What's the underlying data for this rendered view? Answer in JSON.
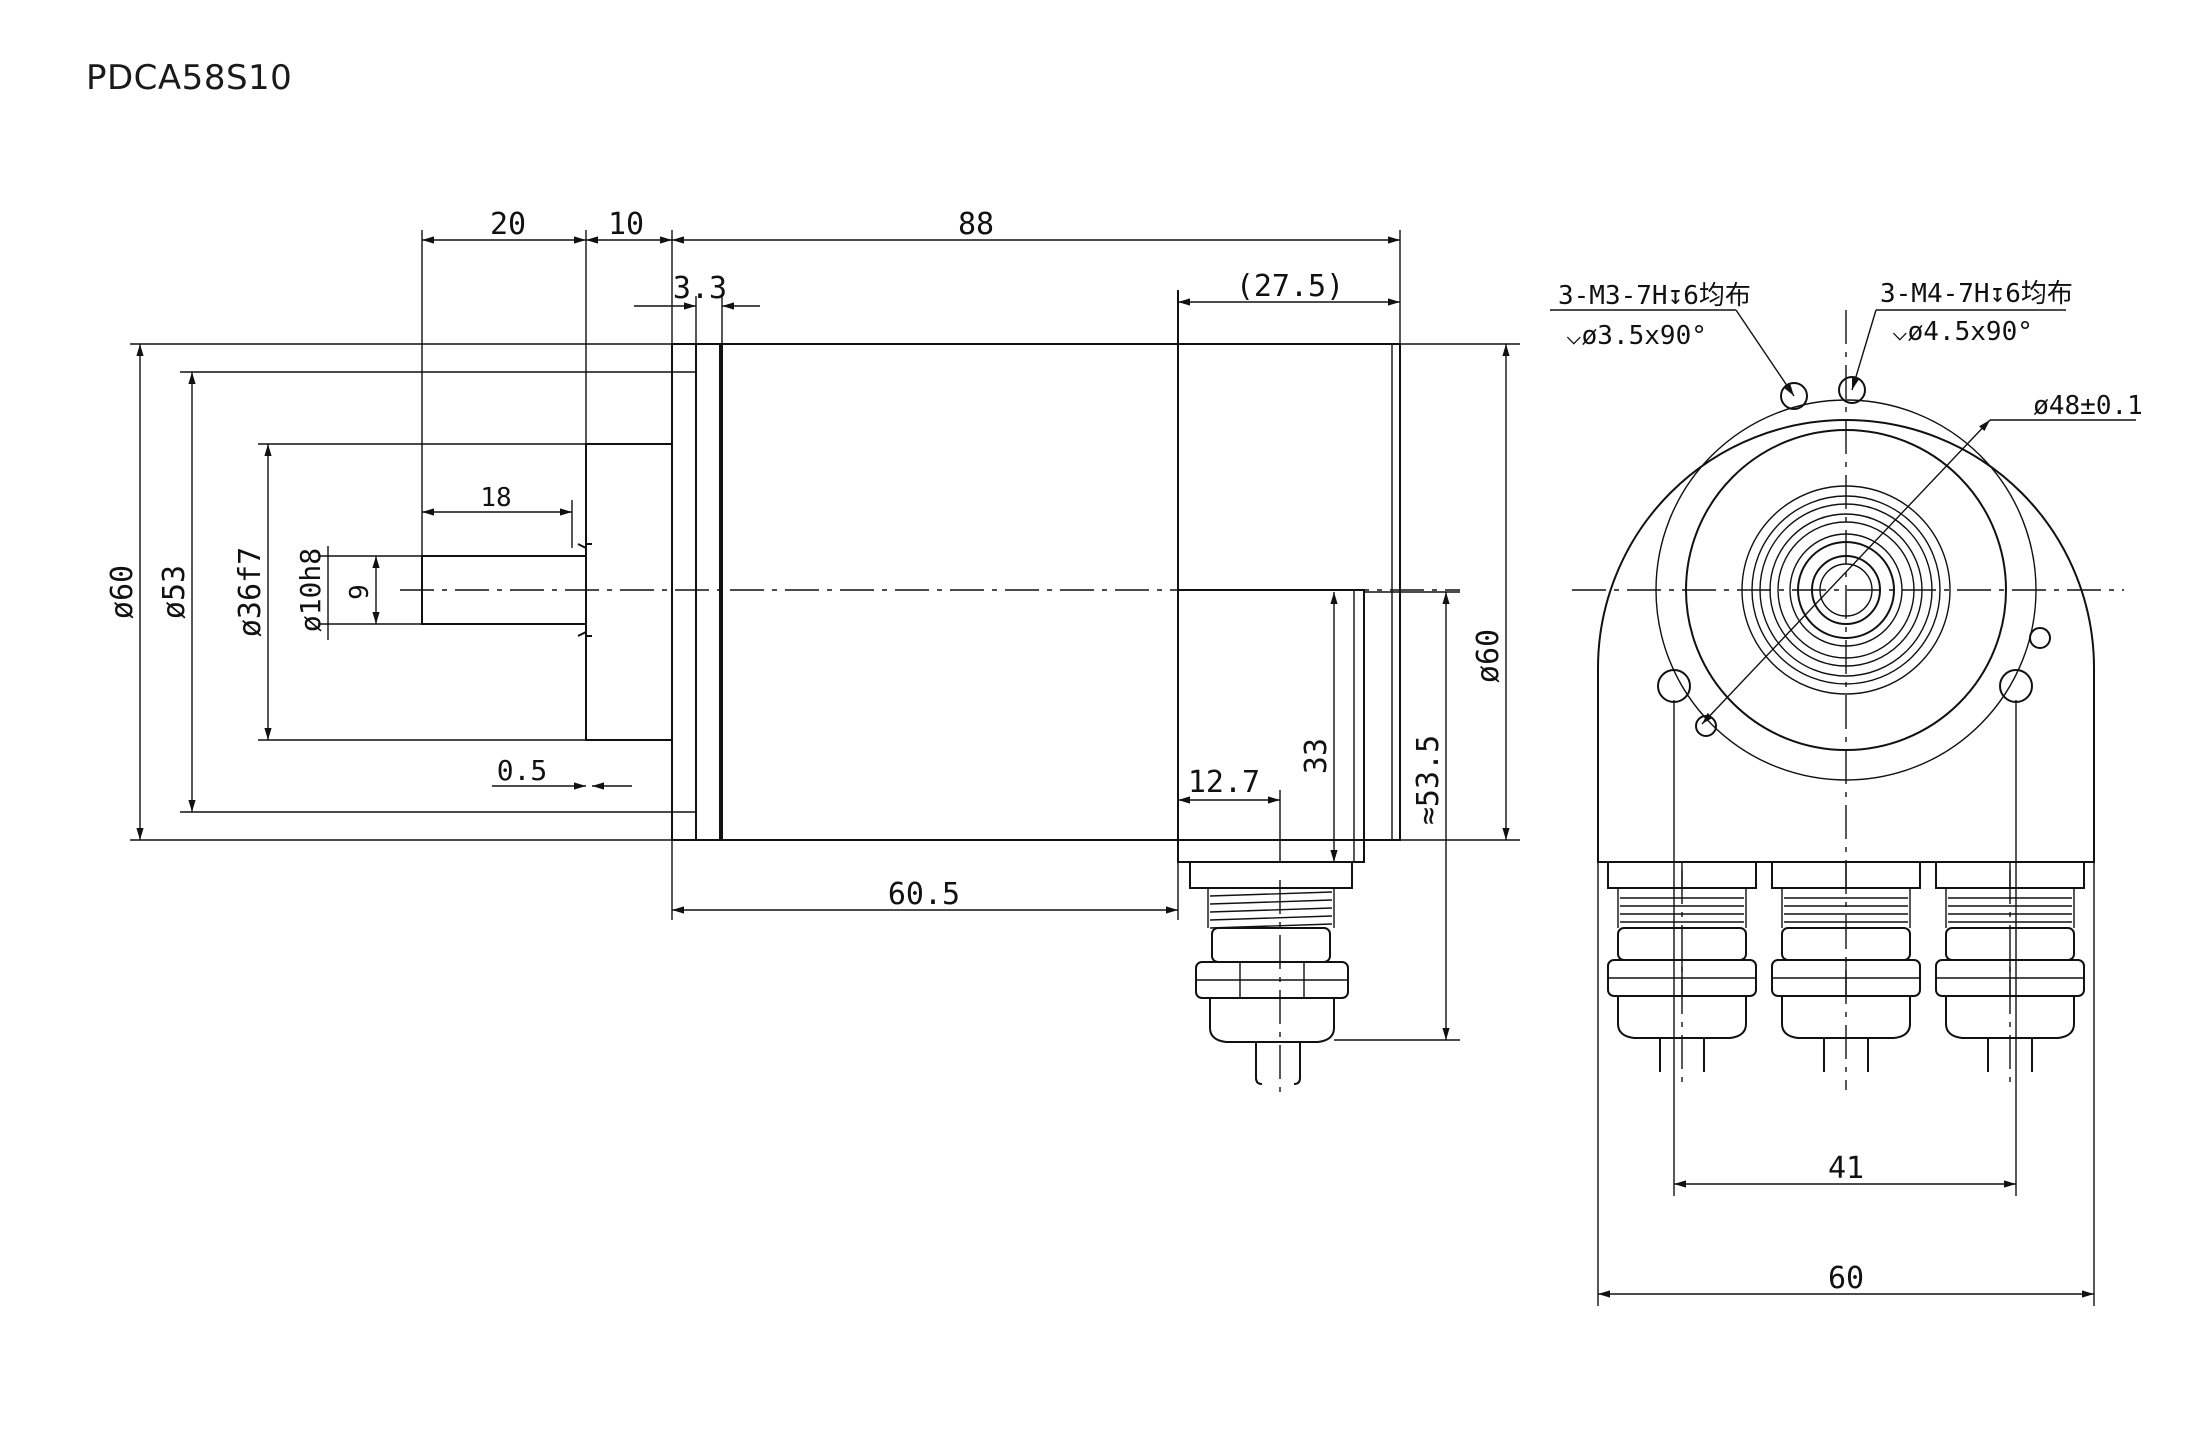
{
  "title": "PDCA58S10",
  "side_view": {
    "dims": {
      "d20": "20",
      "d10": "10",
      "d88": "88",
      "d3_3": "3.3",
      "d27_5": "(27.5)",
      "d60_left": "ø60",
      "d53": "ø53",
      "d36": "ø36f7",
      "d10h8": "ø10h8",
      "d9": "9",
      "d18": "18",
      "d0_5": "0.5",
      "d12_7": "12.7",
      "d33": "33",
      "d53_5": "≈53.5",
      "d60_right": "ø60",
      "d60_5": "60.5"
    }
  },
  "front_view": {
    "hole_label_1_line1": "3-M3-7H↧6均布",
    "hole_label_1_line2": "⌵ø3.5x90°",
    "hole_label_2_line1": "3-M4-7H↧6均布",
    "hole_label_2_line2": "⌵ø4.5x90°",
    "d48": "ø48±0.1",
    "d41": "41",
    "d60": "60"
  }
}
